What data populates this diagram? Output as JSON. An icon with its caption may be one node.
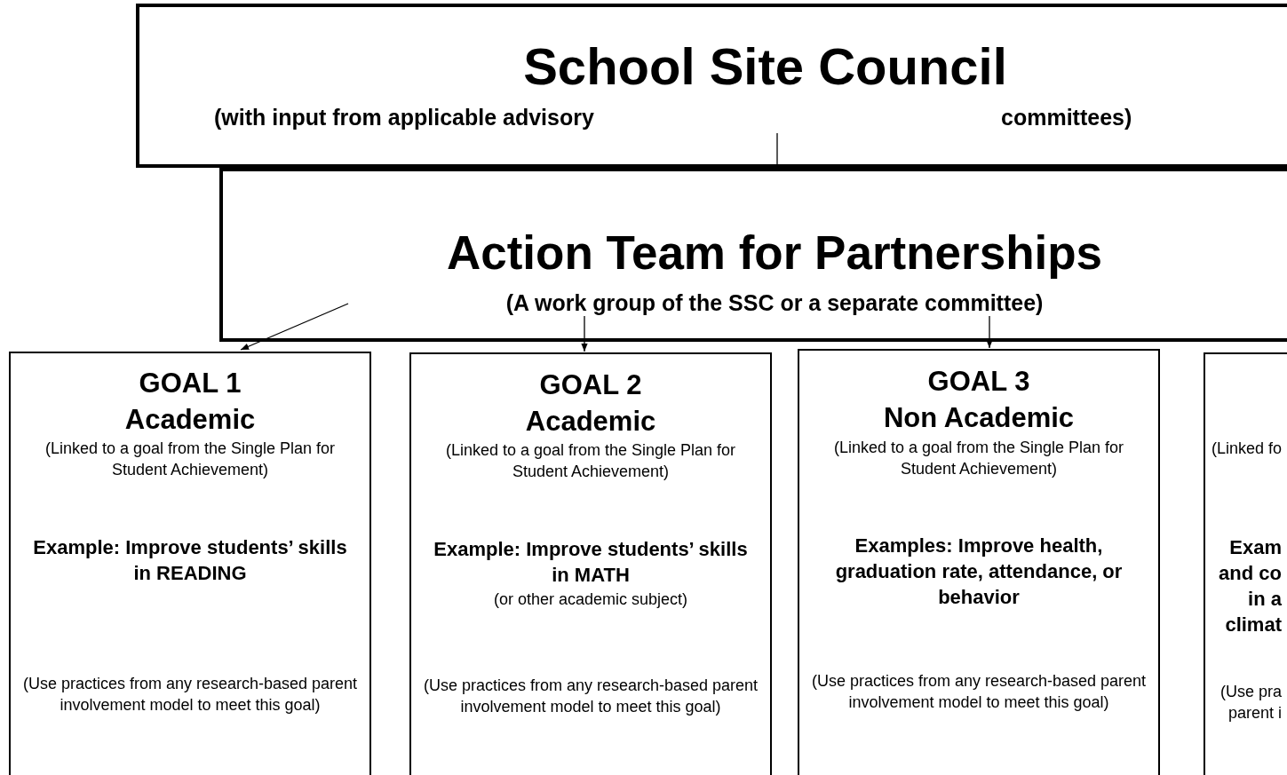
{
  "diagram": {
    "nodes": [
      {
        "text": [
          "School Site Council",
          "(with input from applicable advisory",
          "committees)"
        ]
      },
      {
        "text": [
          "Action Team for Partnerships",
          "(A work group of the SSC or a separate committee)"
        ]
      },
      {
        "text": [
          "GOAL 1",
          "Academic",
          "(Linked to a goal from the Single Plan for Student Achievement)",
          "Example: Improve students’ skills in READING",
          "(Use practices from any research-based parent involvement model to meet this goal)"
        ]
      },
      {
        "text": [
          "GOAL 2",
          "Academic",
          "(Linked to a goal from the Single Plan for Student Achievement)",
          "Example: Improve students’ skills in MATH",
          "(or other academic subject)",
          "(Use practices from any research-based parent involvement model to meet this goal)"
        ]
      },
      {
        "text": [
          "GOAL 3",
          "Non Academic",
          "(Linked to a goal from the Single Plan for Student Achievement)",
          "Examples: Improve health, graduation rate, attendance, or behavior",
          "(Use practices from any research-based parent involvement model to meet this goal)"
        ]
      },
      {
        "text": [
          "(Linked fo",
          "Exam and co in a climat",
          "(Use pra parent i"
        ]
      }
    ],
    "edges": [
      {
        "from": 0,
        "to": 1,
        "arrow": "none"
      },
      {
        "from": 1,
        "to": 2,
        "arrow": "to"
      },
      {
        "from": 1,
        "to": 3,
        "arrow": "to"
      },
      {
        "from": 1,
        "to": 4,
        "arrow": "to"
      }
    ]
  }
}
